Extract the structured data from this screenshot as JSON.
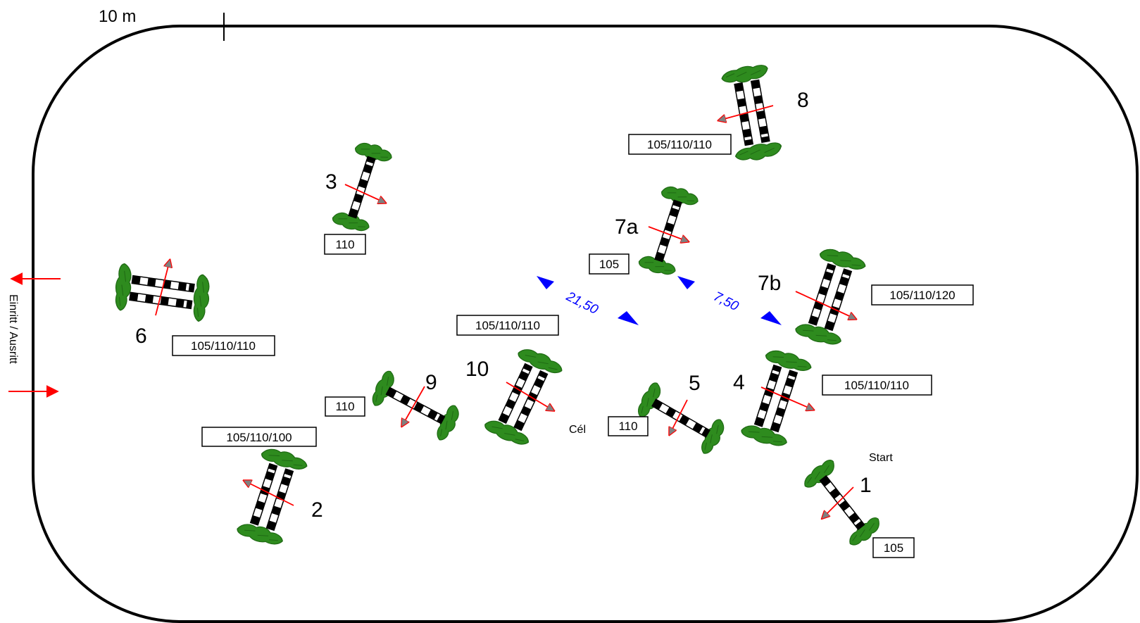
{
  "scale_label": "10 m",
  "entry_label": "Einritt / Ausritt",
  "start_label": "Start",
  "finish_label": "Cél",
  "colors": {
    "arena_border": "#000000",
    "standard_green": "#2e8b1e",
    "standard_dark": "#1f6a14",
    "direction_arrow": "#ff0000",
    "distance_blue": "#0000ff"
  },
  "fences": [
    {
      "number": "1",
      "height": "105",
      "type": "vertical"
    },
    {
      "number": "2",
      "height": "105/110/100",
      "type": "oxer"
    },
    {
      "number": "3",
      "height": "110",
      "type": "vertical"
    },
    {
      "number": "4",
      "height": "105/110/110",
      "type": "oxer"
    },
    {
      "number": "5",
      "height": "110",
      "type": "vertical"
    },
    {
      "number": "6",
      "height": "105/110/110",
      "type": "oxer"
    },
    {
      "number": "7a",
      "height": "105",
      "type": "vertical"
    },
    {
      "number": "7b",
      "height": "105/110/120",
      "type": "oxer"
    },
    {
      "number": "8",
      "height": "105/110/110",
      "type": "oxer"
    },
    {
      "number": "9",
      "height": "110",
      "type": "vertical"
    },
    {
      "number": "10",
      "height": "105/110/110",
      "type": "oxer"
    }
  ],
  "distances": [
    "21,50",
    "7,50"
  ]
}
